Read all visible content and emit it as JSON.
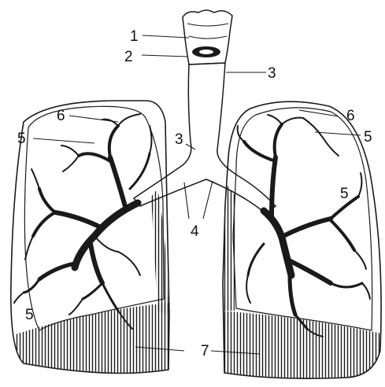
{
  "labels": {
    "larynx_top": "1",
    "larynx_cartilage": "2",
    "trachea": "3",
    "trachea_bifurcation": "3",
    "main_bronchi": "4",
    "bronchi_left_upper": "5",
    "bronchi_right_upper": "5",
    "bronchi_right_mid": "5",
    "bronchi_left_lower": "5",
    "pleura_left": "6",
    "pleura_right": "6",
    "diaphragm_pleura": "7"
  },
  "colors": {
    "ink": "#1a1a1a",
    "paper": "#ffffff"
  }
}
